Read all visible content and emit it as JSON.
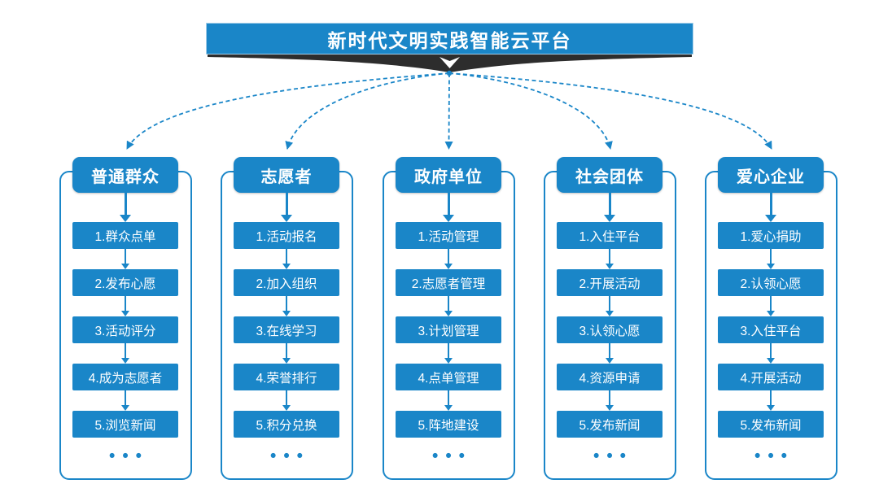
{
  "title": "新时代文明实践智能云平台",
  "ellipsis": "•••",
  "colors": {
    "primary": "#1a86c8",
    "ribbon": "#2d2d2d",
    "background": "#ffffff",
    "text_on_blue": "#ffffff"
  },
  "columns": [
    {
      "header": "普通群众",
      "steps": [
        "1.群众点单",
        "2.发布心愿",
        "3.活动评分",
        "4.成为志愿者",
        "5.浏览新闻"
      ]
    },
    {
      "header": "志愿者",
      "steps": [
        "1.活动报名",
        "2.加入组织",
        "3.在线学习",
        "4.荣誉排行",
        "5.积分兑换"
      ]
    },
    {
      "header": "政府单位",
      "steps": [
        "1.活动管理",
        "2.志愿者管理",
        "3.计划管理",
        "4.点单管理",
        "5.阵地建设"
      ]
    },
    {
      "header": "社会团体",
      "steps": [
        "1.入住平台",
        "2.开展活动",
        "3.认领心愿",
        "4.资源申请",
        "5.发布新闻"
      ]
    },
    {
      "header": "爱心企业",
      "steps": [
        "1.爱心捐助",
        "2.认领心愿",
        "3.入住平台",
        "4.开展活动",
        "5.发布新闻"
      ]
    }
  ]
}
